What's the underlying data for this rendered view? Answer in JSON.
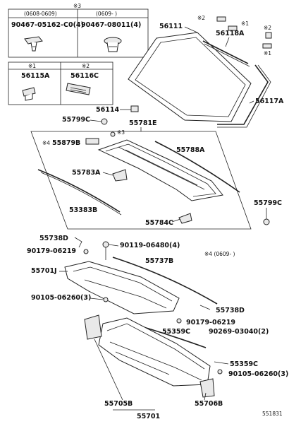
{
  "legend_box": {
    "note_symbol": "※3",
    "col1_range": "(0608-0609)",
    "col2_range": "(0609-    )",
    "col1_part": "90467-05162-C0(4)",
    "col2_part": "90467-08011(4)",
    "sym1": "※1",
    "sym2": "※2",
    "part_a": "56115A",
    "part_b": "56116C"
  },
  "labels": {
    "p56111": "56111",
    "p56118A": "56118A",
    "p56117A": "56117A",
    "p56114": "56114",
    "p55799C_top": "55799C",
    "p55781E": "55781E",
    "p55879B": "55879B",
    "p55788A": "55788A",
    "p55783A": "55783A",
    "p53383B": "53383B",
    "p55799C_right": "55799C",
    "p55784C": "55784C",
    "p55738D_top": "55738D",
    "p90179_left": "90179-06219",
    "p90119": "90119-06480(4)",
    "p55737B": "55737B",
    "p55701J": "55701J",
    "p90105_left": "90105-06260(3)",
    "p55738D_right": "55738D",
    "p90179_right": "90179-06219",
    "p55359C_a": "55359C",
    "p90269": "90269-03040(2)",
    "p55359C_b": "55359C",
    "p90105_right": "90105-06260(3)",
    "p55705B": "55705B",
    "p55701": "55701",
    "p55706B": "55706B"
  },
  "notes": {
    "mark_star2": "※2",
    "mark_star1": "※1",
    "mark_star3_a": "※3",
    "mark_star4_a": "※4",
    "mark_star4_b": "※4 (0609-    )",
    "diagram_id": "551831"
  }
}
